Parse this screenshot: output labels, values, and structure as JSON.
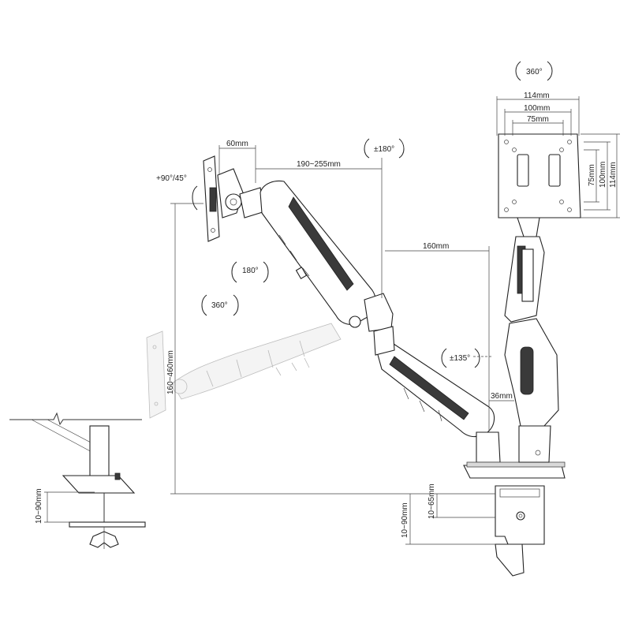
{
  "dimensions": {
    "bracket_width": "60mm",
    "arm_reach_upper": "190~255mm",
    "arm_reach_lower": "160mm",
    "height_range": "160~460mm",
    "pole_offset": "36mm",
    "vesa_114_h": "114mm",
    "vesa_100_h": "100mm",
    "vesa_75_h": "75mm",
    "vesa_75_v": "75mm",
    "vesa_100_v": "100mm",
    "vesa_114_v": "114mm",
    "clamp_left": "10~90mm",
    "clamp_right_outer": "10~90mm",
    "clamp_right_inner": "10~65mm"
  },
  "rotations": {
    "tilt": "+90°/45°",
    "swivel_top": "360°",
    "head_rotate": "180°",
    "head_swivel": "360°",
    "elbow": "±180°",
    "base": "±135°"
  }
}
